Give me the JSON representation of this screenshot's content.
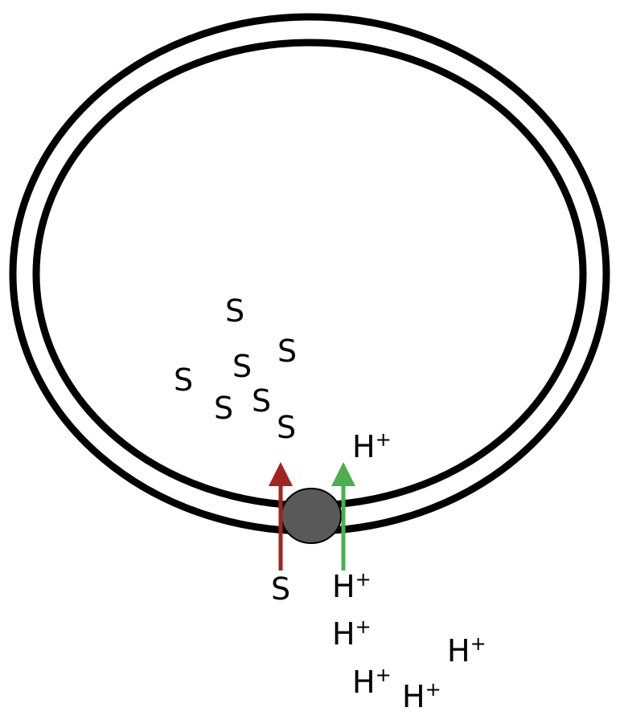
{
  "diagram": {
    "inside_solute_label": "S",
    "outside_solute_label": "S",
    "proton_label": "H",
    "proton_charge": "+",
    "colors": {
      "membrane": "#000000",
      "transporter": "#595959",
      "solute_arrow": "#a3231f",
      "proton_arrow": "#4caf50"
    }
  }
}
